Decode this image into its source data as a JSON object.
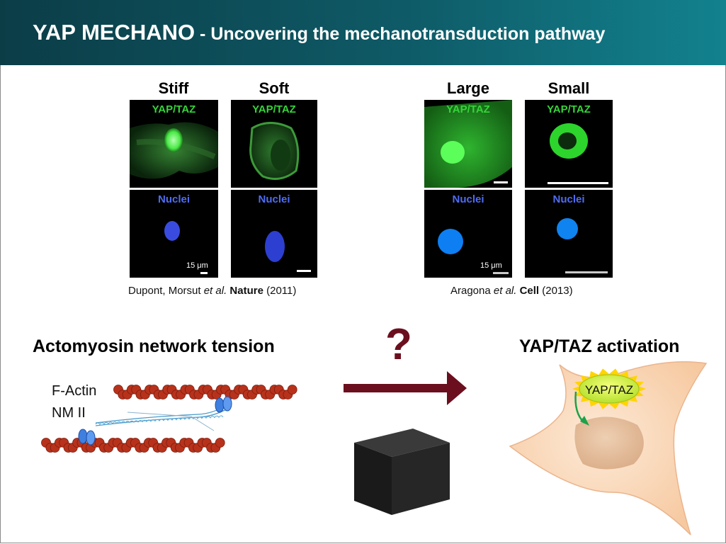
{
  "header": {
    "title_main": "YAP MECHANO",
    "title_sub": " - Uncovering the mechanotransduction pathway"
  },
  "microscopy": {
    "columns": [
      "Stiff",
      "Soft",
      "Large",
      "Small"
    ],
    "top_label": "YAP/TAZ",
    "bottom_label": "Nuclei",
    "scale_label": "15 μm",
    "citation_left": {
      "authors": "Dupont, Morsut ",
      "etal": "et al.",
      "journal": "Nature",
      "year": "(2011)"
    },
    "citation_right": {
      "authors": "Aragona ",
      "etal": "et al.",
      "journal": "Cell",
      "year": "(2013)"
    }
  },
  "bottom": {
    "left_title": "Actomyosin network tension",
    "question_mark": "?",
    "right_title": "YAP/TAZ activation",
    "factin_label": "F-Actin",
    "nmii_label": "NM II",
    "cell_badge": "YAP/TAZ"
  },
  "colors": {
    "header_dark": "#0b3d47",
    "header_light": "#12828e",
    "arrow": "#6b0f1e",
    "yap_green": "#36d43a",
    "nuclei_blue": "#4f6cf2",
    "actin_red": "#b8321b",
    "cell_fill": "#fbe0c8",
    "nucleus_fill": "#e8c2a2",
    "badge_fill": "#d6ef45"
  },
  "icons": [
    "actin-filament-icon",
    "myosin-motor-icon",
    "pathway-arrow-icon",
    "black-box-icon",
    "cell-icon",
    "translocation-arrow-icon"
  ]
}
